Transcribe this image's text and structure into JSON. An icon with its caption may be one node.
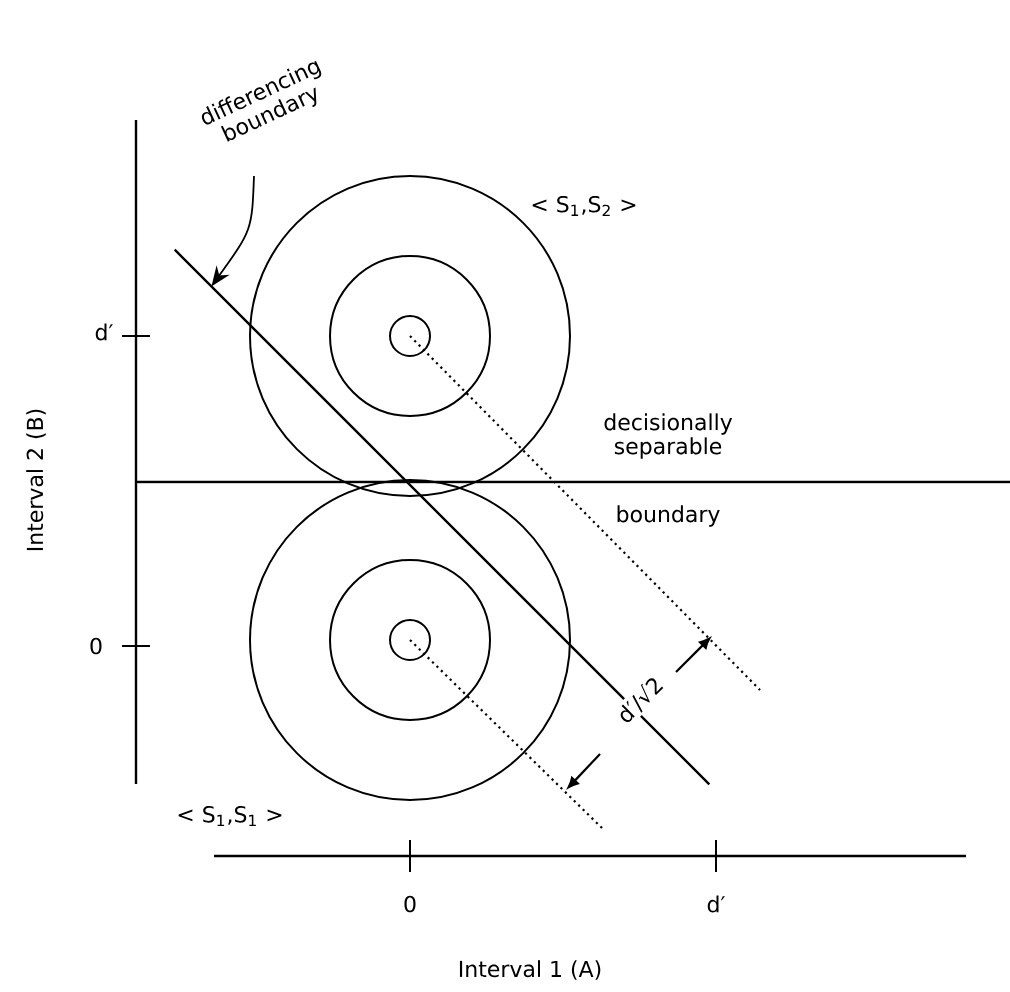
{
  "diagram": {
    "nodes": [
      {
        "text": [
          "differencing boundary"
        ]
      },
      {
        "text": [],
        "shape": "line"
      }
    ],
    "edges": [
      {
        "from": 0,
        "to": 1,
        "arrow": "to"
      }
    ],
    "labels": [
      "< S$_{1}$,S$_{2}$ >",
      "d′",
      "decisionally separable",
      "boundary",
      "0",
      "d′/√2",
      "< S$_{1}$,S$_{1}$ >",
      "0",
      "d′",
      "Interval 1 (A)",
      "Interval 2 (B)"
    ]
  }
}
